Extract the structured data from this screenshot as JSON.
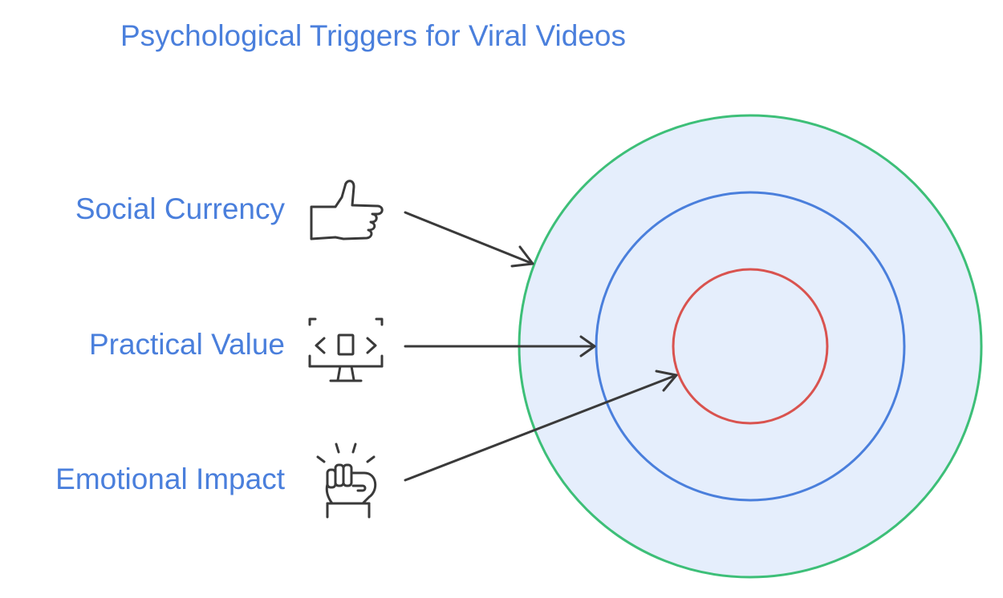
{
  "title": "Psychological Triggers for Viral Videos",
  "triggers": [
    {
      "label": "Social Currency",
      "icon": "thumbs-up-icon",
      "target_ring": "outer"
    },
    {
      "label": "Practical Value",
      "icon": "monitor-code-icon",
      "target_ring": "middle"
    },
    {
      "label": "Emotional Impact",
      "icon": "raised-fist-icon",
      "target_ring": "inner"
    }
  ],
  "colors": {
    "text": "#4a7fdc",
    "outer_ring": "#3dbf78",
    "middle_ring": "#4a7fdc",
    "inner_ring": "#d9534f",
    "fill": "#e5eefc",
    "line": "#3a3a3a"
  }
}
